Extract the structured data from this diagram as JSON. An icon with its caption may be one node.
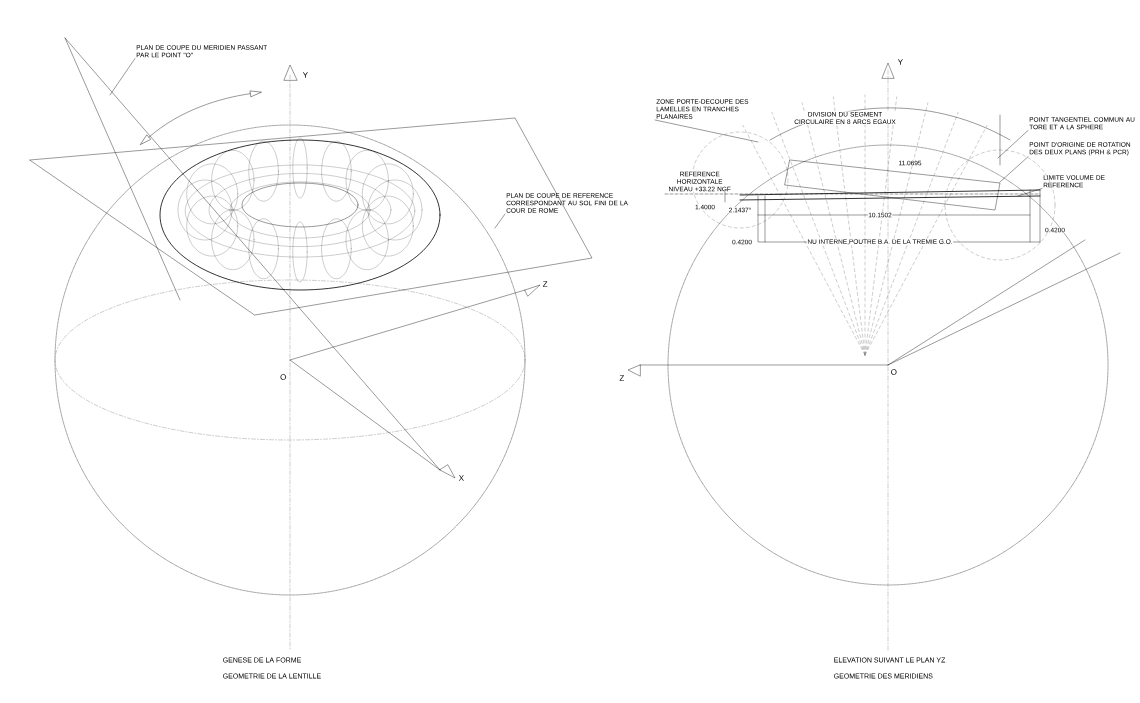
{
  "diagram": {
    "nodes": [
      {
        "text": [
          "PLAN DE COUPE DU MERIDIEN PASSANT PAR LE POINT \"O\""
        ]
      },
      {
        "text": [
          "PLAN DE COUPE DE REFERENCE CORRESPONDANT AU SOL FINI DE LA COUR DE ROME"
        ]
      },
      {
        "text": [
          "ZONE PORTE-DECOUPE DES LAMELLES EN TRANCHES PLANAIRES"
        ]
      },
      {
        "text": [
          "POINT TANGENTIEL COMMUN AU TORE ET A LA SPHERE"
        ]
      },
      {
        "text": [
          "POINT D'ORIGINE DE ROTATION DES DEUX PLANS (PRH & PCR)"
        ]
      },
      {
        "text": [
          "LIMITE VOLUME DE REFERENCE"
        ]
      }
    ],
    "edges": [
      {
        "from": 0,
        "to": null,
        "arrow": "none"
      },
      {
        "from": 1,
        "to": null,
        "arrow": "none"
      },
      {
        "from": 2,
        "to": null,
        "arrow": "none"
      },
      {
        "from": 3,
        "to": null,
        "arrow": "none"
      },
      {
        "from": 4,
        "to": null,
        "arrow": "none"
      },
      {
        "from": 5,
        "to": null,
        "arrow": "none"
      }
    ],
    "labels": [
      "Y",
      "Z",
      "X",
      "O",
      "GENESE DE LA FORME",
      "GEOMETRIE DE LA LENTILLE",
      "Y",
      "Z",
      "O",
      "DIVISION DU SEGMENT CIRCULAIRE EN 8 ARCS EGAUX",
      "REFERENCE HORIZONTALE NIVEAU +33.22 NGF",
      "1.4000",
      "2.1437°",
      "11.0695",
      "10.1502",
      "0.4200",
      "0.4200",
      "NU INTERNE,POUTRE B.A. DE LA TREMIE G.O.",
      "ELEVATION SUIVANT LE PLAN YZ",
      "GEOMETRIE DES MERIDIENS"
    ]
  }
}
